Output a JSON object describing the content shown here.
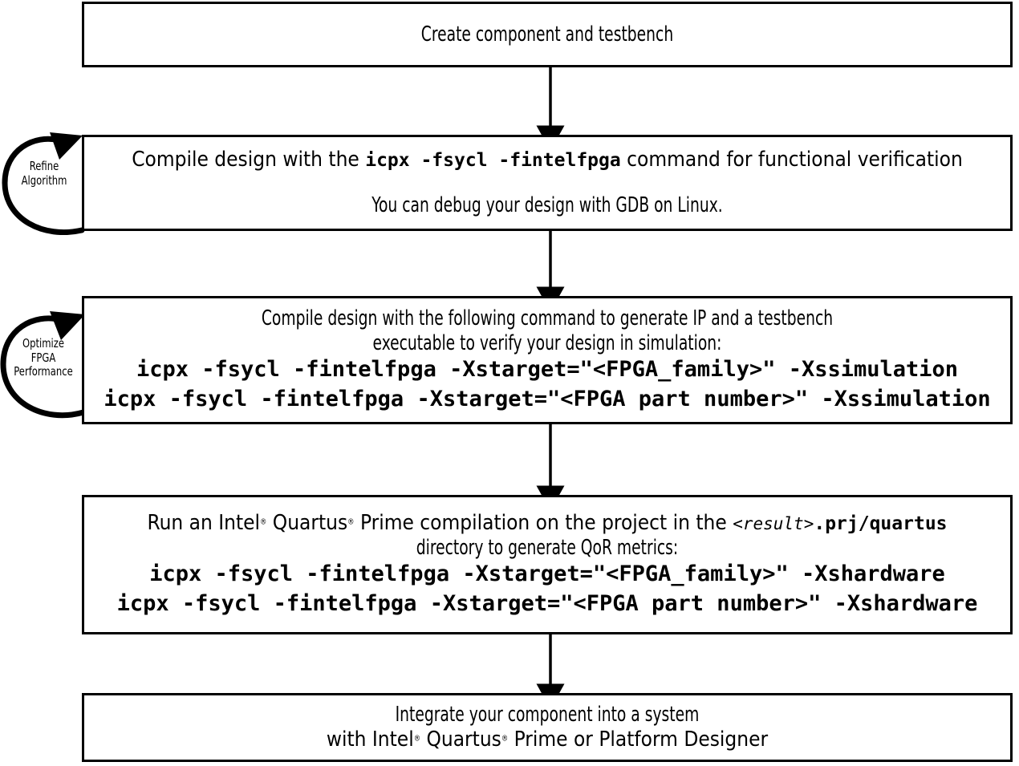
{
  "diagram": {
    "title": "FPGA component design flow",
    "stroke_color": "#000000",
    "background_color": "#ffffff",
    "steps": [
      {
        "id": "create",
        "lines": [
          {
            "text": "Create component and testbench"
          }
        ]
      },
      {
        "id": "compile",
        "lines": [
          {
            "prefix": "Compile design with the ",
            "code": "icpx -fsycl -fintelfpga",
            "suffix": " command for functional verification"
          },
          {
            "text": "You can debug your design with GDB on Linux."
          }
        ]
      },
      {
        "id": "simulate",
        "lines": [
          {
            "text": "Compile design with the following command to generate IP and a testbench"
          },
          {
            "text": "executable to verify your design in simulation:"
          }
        ],
        "commands": [
          "icpx -fsycl -fintelfpga -Xstarget=\"<FPGA_family>\" -Xssimulation",
          "icpx -fsycl -fintelfpga -Xstarget=\"<FPGA part number>\" -Xssimulation"
        ]
      },
      {
        "id": "quartus",
        "lines": [
          {
            "prefix_a": "Run an Intel",
            "reg_a": "®",
            "prefix_b": " Quartus",
            "reg_b": "®",
            "prefix_c": " Prime compilation on the project in the ",
            "code_italic": "<result>",
            "code_bold": ".prj/quartus"
          },
          {
            "text": "directory to generate QoR metrics:"
          }
        ],
        "commands": [
          "icpx -fsycl -fintelfpga -Xstarget=\"<FPGA_family>\" -Xshardware",
          "icpx -fsycl -fintelfpga -Xstarget=\"<FPGA part number>\" -Xshardware"
        ]
      },
      {
        "id": "integrate",
        "lines": [
          {
            "text": "Integrate your component into a system"
          },
          {
            "prefix_a": "with Intel",
            "reg_a": "®",
            "prefix_b": " Quartus",
            "reg_b": "®",
            "prefix_c": " Prime or Platform Designer"
          }
        ]
      }
    ],
    "loops": [
      {
        "id": "refine",
        "label_line_1": "Refine",
        "label_line_2": "Algorithm",
        "label_line_3": ""
      },
      {
        "id": "optimize",
        "label_line_1": "Optimize",
        "label_line_2": "FPGA",
        "label_line_3": "Performance"
      }
    ],
    "connectors": [
      {
        "id": "create-to-compile",
        "from": "create",
        "to": "compile"
      },
      {
        "id": "compile-to-simulate",
        "from": "compile",
        "to": "simulate"
      },
      {
        "id": "simulate-to-quartus",
        "from": "simulate",
        "to": "quartus"
      },
      {
        "id": "quartus-to-integrate",
        "from": "quartus",
        "to": "integrate"
      }
    ]
  }
}
